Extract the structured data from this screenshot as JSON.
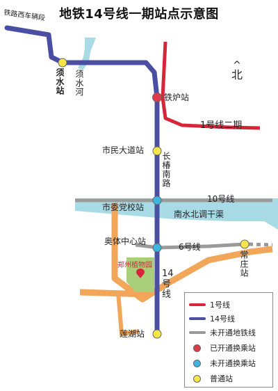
{
  "title": "地铁14号线一期站点示意图",
  "north_label": "北",
  "colors": {
    "line1": "#d6263a",
    "line14": "#4a4fa3",
    "unopened": "#9a9a9a",
    "river": "#a9dbe6",
    "road": "#f2a65a",
    "park": "#a9cf7a",
    "transfer_open": "#e0394a",
    "transfer_unopened": "#3cb6e0",
    "normal_station": "#f7e64b"
  },
  "labels": {
    "railway_garage": "铁路西车辆段",
    "xushui_station": "须水站",
    "xushui_river": "须水河",
    "tielu_station": "铁炉站",
    "line1_phase2": "1号线二期",
    "shimin_avenue_station": "市民大道站",
    "changchun_south_road": "长椿南路",
    "line10": "10号线",
    "party_school_station": "市委党校站",
    "south_north_canal": "南水北调干渠",
    "sports_center_station": "奥体中心站",
    "line6": "6号线",
    "changzhuang_station": "常庄站",
    "botanical_garden": "郑州植物园",
    "line14": "14号线",
    "lianhu_station": "莲湖站"
  },
  "legend": {
    "items": [
      {
        "type": "line",
        "color": "#d6263a",
        "label": "1号线"
      },
      {
        "type": "line",
        "color": "#4a4fa3",
        "label": "14号线"
      },
      {
        "type": "line",
        "color": "#9a9a9a",
        "label": "未开通地铁线"
      },
      {
        "type": "dot",
        "color": "#e0394a",
        "label": "已开通换乘站"
      },
      {
        "type": "dot",
        "color": "#3cb6e0",
        "label": "未开通换乘站"
      },
      {
        "type": "dot",
        "color": "#f7e64b",
        "label": "普通站"
      }
    ]
  }
}
